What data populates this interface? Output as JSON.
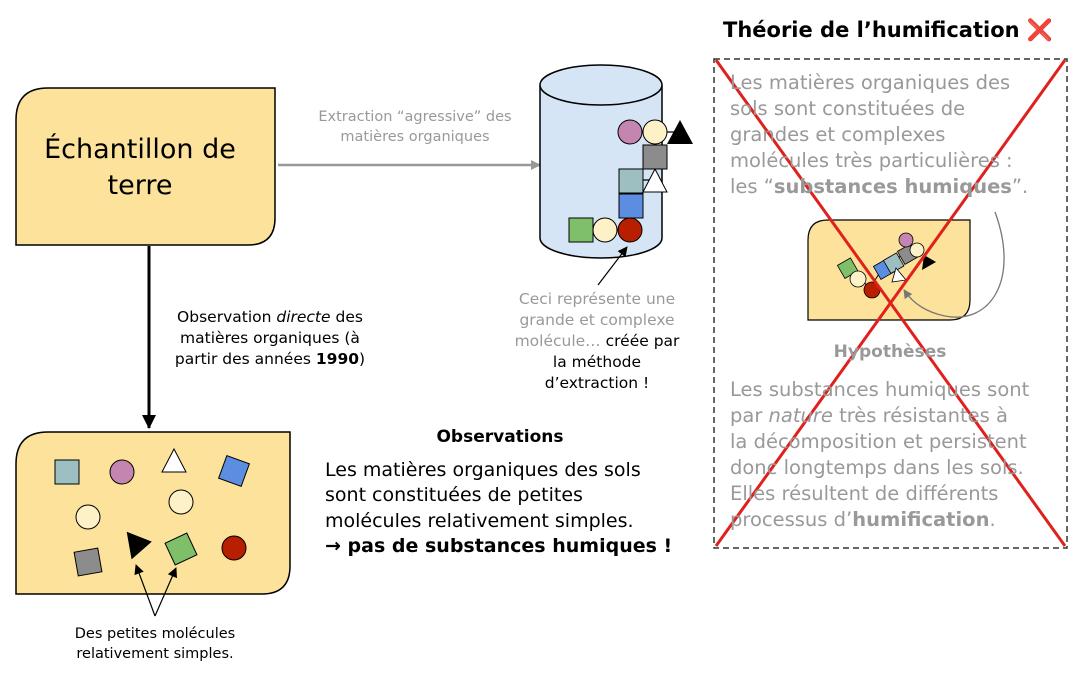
{
  "sample": {
    "title": "Échantillon de terre"
  },
  "extraction": {
    "label_line1": "Extraction “agressive” des",
    "label_line2": "matières organiques"
  },
  "direct_observation": {
    "line1_pre": "Observation ",
    "line1_em": "directe",
    "line1_post": " des",
    "line2": "matières organiques (à",
    "line3_pre": "partir des années ",
    "line3_bold": "1990",
    "line3_post": ")"
  },
  "artifact_note": {
    "line1": "Ceci représente une",
    "line2": "grande et complexe",
    "line3_gray": "molécule… ",
    "line3_black": "créée par",
    "line4": "la méthode",
    "line5": "d’extraction !"
  },
  "small_molecules_note": {
    "line1": "Des petites molécules",
    "line2": "relativement simples."
  },
  "observations": {
    "title": "Observations",
    "line1": "Les matières organiques des sols",
    "line2": "sont constituées de petites",
    "line3": "molécules relativement simples.",
    "line4": "→ pas de substances humiques !"
  },
  "theory": {
    "title": "Théorie de l’humification",
    "cross_mark": "❌",
    "line1": "Les matières organiques des",
    "line2": "sols sont constituées de",
    "line3": "grandes et complexes",
    "line4": "molécules très particulières :",
    "line5_pre": "les “",
    "line5_bold": "substances humiques",
    "line5_post": "”.",
    "hypotheses_title": "Hypothèses",
    "hyp_line1": "Les substances humiques sont",
    "hyp_line2_pre": "par ",
    "hyp_line2_em": "nature",
    "hyp_line2_post": " très résistantes à",
    "hyp_line3": "la décomposition et persistent",
    "hyp_line4": "donc longtemps dans les sols.",
    "hyp_line5": "Elles résultent de différents",
    "hyp_line6_pre": "processus d’",
    "hyp_line6_bold": "humification",
    "hyp_line6_post": "."
  },
  "colors": {
    "box_fill": "#fce29a",
    "cylinder_fill": "#d6e5f5",
    "gray_text": "#999999",
    "red_cross": "#e0201c",
    "teal_square": "#9dbfc2",
    "pink_circle": "#c486b0",
    "cream_circle": "#fdf1c7",
    "blue_square": "#5b8de0",
    "green_square": "#7fbf6a",
    "gray_square": "#8c8c8c",
    "red_circle": "#b81e00"
  }
}
